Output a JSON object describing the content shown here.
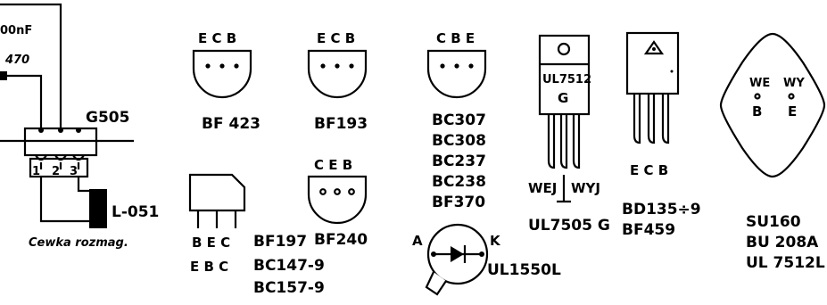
{
  "circuit": {
    "cap_label": "00nF",
    "res_label": "470",
    "ic_label": "G505",
    "pin_numbers": [
      "1",
      "2",
      "3"
    ],
    "coil_label": "L-051",
    "caption": "Cewka rozmag."
  },
  "to92_bf423": {
    "pins": "E C B",
    "names": [
      "BF 423"
    ]
  },
  "to92_bf193": {
    "pins": "E C B",
    "names": [
      "BF193"
    ]
  },
  "to92_bc307": {
    "pins": "C B E",
    "names": [
      "BC307",
      "BC308",
      "BC237",
      "BC238",
      "BF370"
    ]
  },
  "to92_bf240": {
    "pins": "C  E  B",
    "names": [
      "BF240"
    ]
  },
  "flat_bf197": {
    "pins_row1": "B E C",
    "pins_row2": "E B C",
    "names": [
      "BF197",
      "BC147-9",
      "BC157-9"
    ]
  },
  "to220_ul7512": {
    "body_lines": [
      "UL7512",
      "G"
    ],
    "pin_labels": [
      "WEJ",
      "WYJ"
    ],
    "name": "UL7505 G"
  },
  "to126_bd135": {
    "pins": "E C B",
    "names": [
      "BD135÷9",
      "BF459"
    ]
  },
  "diode_ul1550": {
    "anode": "A",
    "cathode": "K",
    "name": "UL1550L"
  },
  "to3_su160": {
    "pin_top": [
      "WE",
      "WY"
    ],
    "pin_bottom": [
      "B",
      "E"
    ],
    "names": [
      "SU160",
      "BU 208A",
      "UL 7512L"
    ]
  }
}
